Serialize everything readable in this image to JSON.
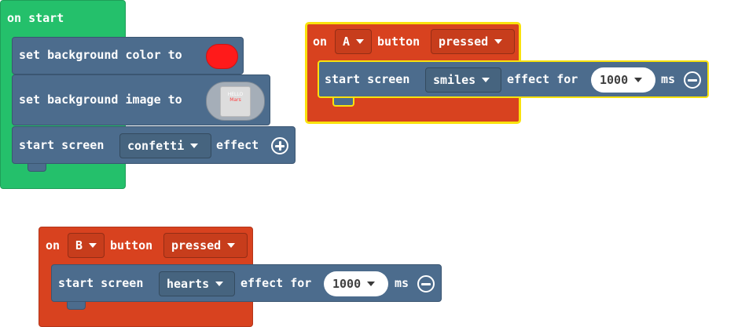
{
  "on_start": {
    "label": "on start",
    "bg_color_block": {
      "label": "set background color to",
      "color": "#ff1a1a"
    },
    "bg_image_block": {
      "label": "set background image to",
      "thumb_line1": "HELLO",
      "thumb_line2": "Mars"
    },
    "effect_block": {
      "start_label": "start screen",
      "effect_value": "confetti",
      "effect_label": "effect"
    }
  },
  "on_a": {
    "on_label": "on",
    "button_value": "A",
    "button_label": "button",
    "event_value": "pressed",
    "effect_block": {
      "start_label": "start screen",
      "effect_value": "smiles",
      "effect_for_label": "effect for",
      "duration_value": "1000",
      "ms_label": "ms"
    }
  },
  "on_b": {
    "on_label": "on",
    "button_value": "B",
    "button_label": "button",
    "event_value": "pressed",
    "effect_block": {
      "start_label": "start screen",
      "effect_value": "hearts",
      "effect_for_label": "effect for",
      "duration_value": "1000",
      "ms_label": "ms"
    }
  }
}
